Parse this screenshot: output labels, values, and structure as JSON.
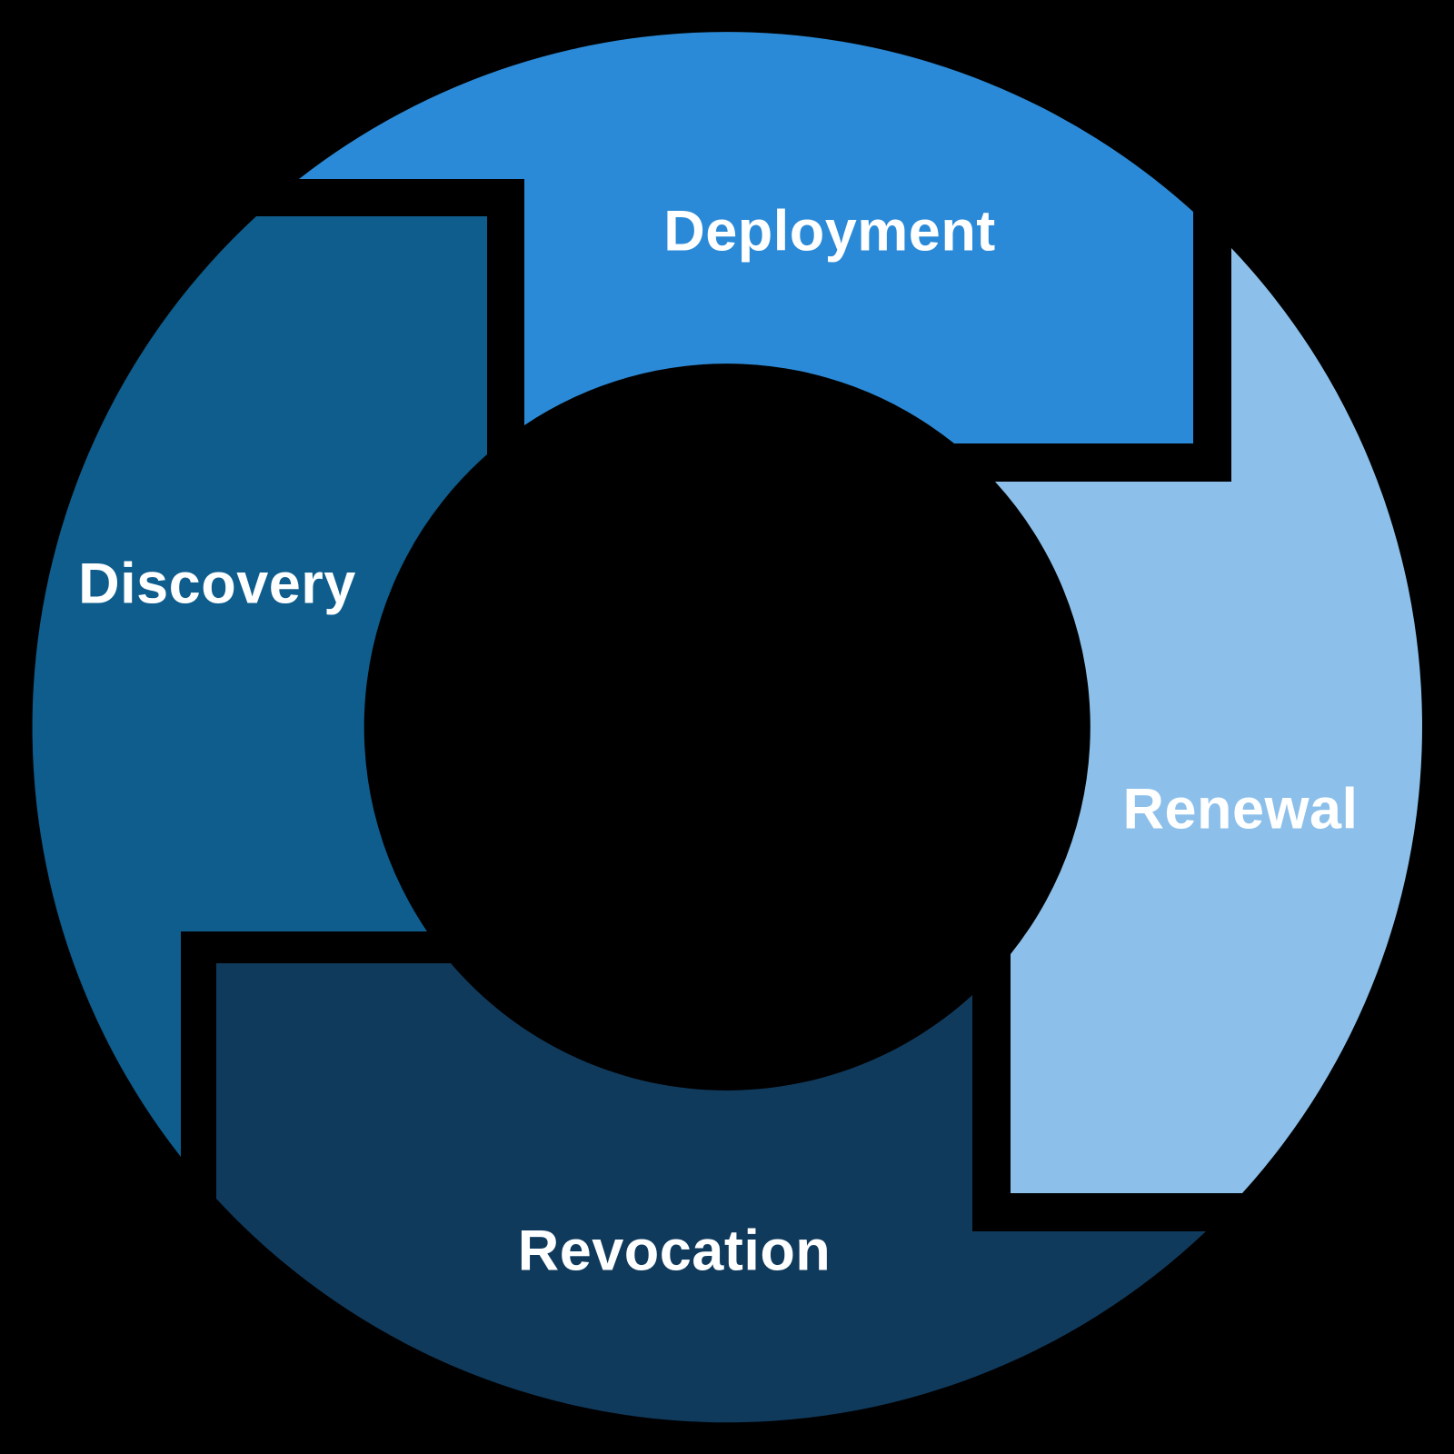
{
  "diagram": {
    "type": "cycle-diagram",
    "description": "Four-segment circular arrow lifecycle diagram",
    "background_color": "#000000",
    "label_color": "#ffffff",
    "segments": [
      {
        "id": "deployment",
        "label": "Deployment",
        "position": "top",
        "color": "#2B8AD7"
      },
      {
        "id": "renewal",
        "label": "Renewal",
        "position": "right",
        "color": "#8CC0EA"
      },
      {
        "id": "revocation",
        "label": "Revocation",
        "position": "bottom",
        "color": "#103A5C"
      },
      {
        "id": "discovery",
        "label": "Discovery",
        "position": "left",
        "color": "#0E5D8D"
      }
    ]
  }
}
